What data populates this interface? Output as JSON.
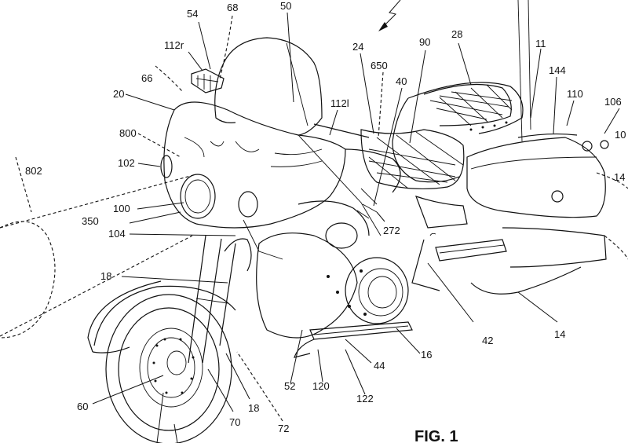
{
  "figure": {
    "caption": "FIG. 1",
    "reference_numerals": [
      "54",
      "68",
      "50",
      "112r",
      "66",
      "20",
      "24",
      "650",
      "90",
      "28",
      "40",
      "11",
      "144",
      "110",
      "106",
      "10",
      "112l",
      "800",
      "102",
      "802",
      "14",
      "100",
      "350",
      "104",
      "272",
      "18",
      "42",
      "14",
      "16",
      "44",
      "120",
      "122",
      "52",
      "60",
      "70",
      "18",
      "72"
    ]
  }
}
